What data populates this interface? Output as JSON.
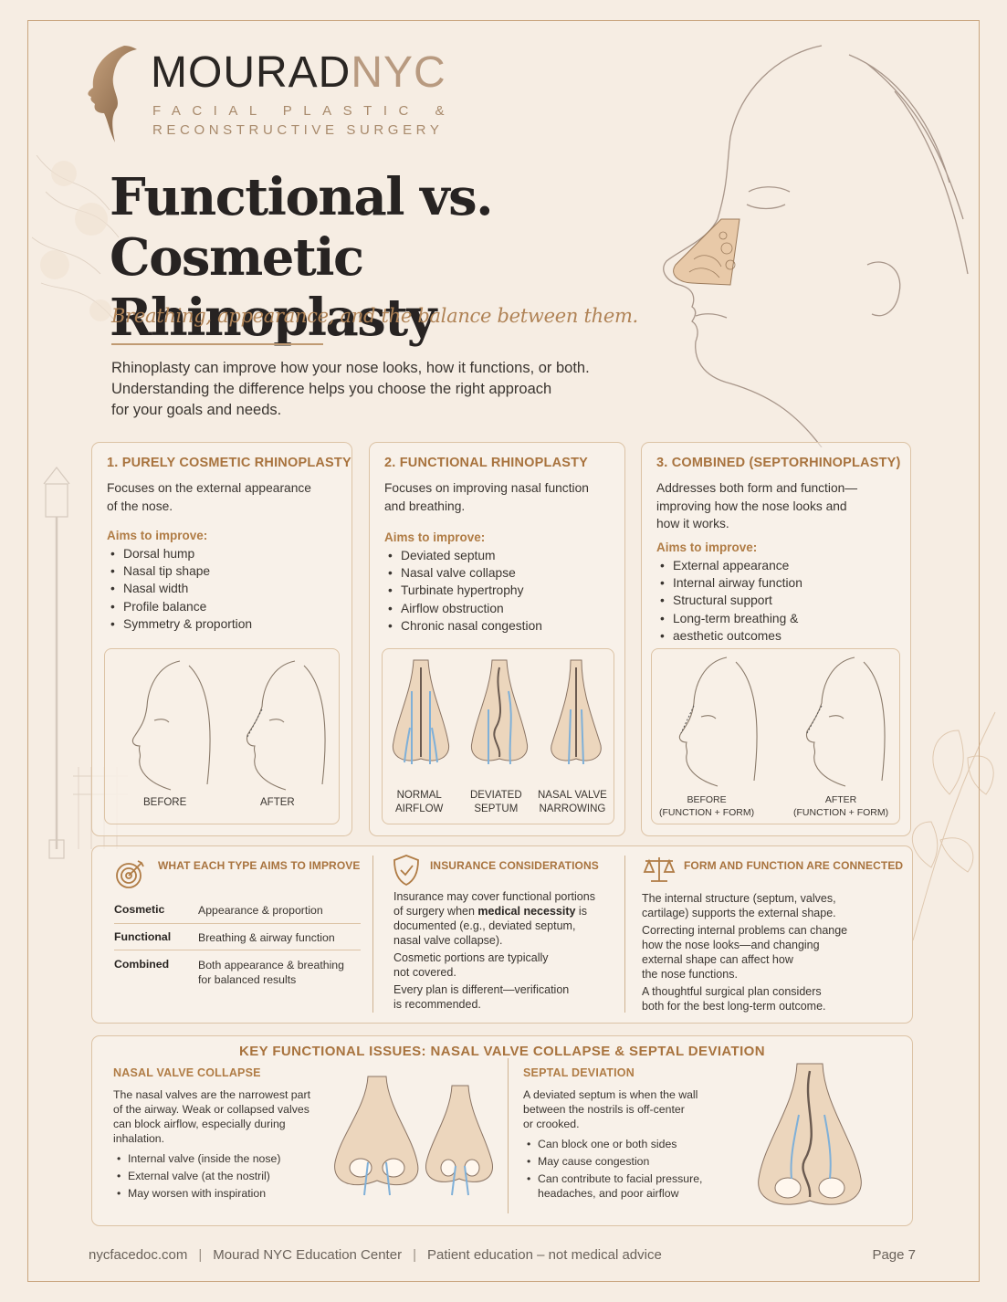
{
  "brand": {
    "name_main": "MOURAD",
    "name_accent": "NYC",
    "subline1": "FACIAL PLASTIC &",
    "subline2": "RECONSTRUCTIVE SURGERY"
  },
  "title_line1": "Functional vs.",
  "title_line2": "Cosmetic Rhinoplasty",
  "subtitle": "Breathing, appearance, and the balance between them.",
  "intro": [
    "Rhinoplasty can improve how your nose looks, how it functions, or both.",
    "Understanding the difference helps you choose the right approach",
    "for your goals and needs."
  ],
  "cards": [
    {
      "title": "1. PURELY COSMETIC RHINOPLASTY",
      "desc": [
        "Focuses on the external appearance",
        "of the nose."
      ],
      "aims_label": "Aims to improve:",
      "aims": [
        "Dorsal hump",
        "Nasal tip shape",
        "Nasal width",
        "Profile balance",
        "Symmetry & proportion"
      ],
      "captions": [
        "BEFORE",
        "AFTER"
      ]
    },
    {
      "title": "2. FUNCTIONAL RHINOPLASTY",
      "desc": [
        "Focuses on improving nasal function",
        "and breathing."
      ],
      "aims_label": "Aims to improve:",
      "aims": [
        "Deviated septum",
        "Nasal valve collapse",
        "Turbinate hypertrophy",
        "Airflow obstruction",
        "Chronic nasal congestion"
      ],
      "captions": [
        [
          "NORMAL",
          "AIRFLOW"
        ],
        [
          "DEVIATED",
          "SEPTUM"
        ],
        [
          "NASAL VALVE",
          "NARROWING"
        ]
      ]
    },
    {
      "title": "3. COMBINED (SEPTORHINOPLASTY)",
      "desc": [
        "Addresses both form and function—",
        "improving how the nose looks and",
        "how it works."
      ],
      "aims_label": "Aims to improve:",
      "aims": [
        "External appearance",
        "Internal airway function",
        "Structural support",
        "Long-term breathing &",
        "aesthetic outcomes"
      ],
      "captions": [
        [
          "BEFORE",
          "(FUNCTION + FORM)"
        ],
        [
          "AFTER",
          "(FUNCTION + FORM)"
        ]
      ]
    }
  ],
  "band": {
    "col1": {
      "title": "WHAT EACH TYPE AIMS TO IMPROVE",
      "rows": [
        {
          "type": "Cosmetic",
          "aim": [
            "Appearance & proportion"
          ]
        },
        {
          "type": "Functional",
          "aim": [
            "Breathing & airway function"
          ]
        },
        {
          "type": "Combined",
          "aim": [
            "Both appearance & breathing",
            "for balanced results"
          ]
        }
      ]
    },
    "col2": {
      "title": "INSURANCE CONSIDERATIONS",
      "p1_a": "Insurance may cover functional portions",
      "p1_b": "of surgery when ",
      "p1_bold": "medical necessity",
      "p1_c": " is",
      "p1_d": "documented (e.g., deviated septum,",
      "p1_e": "nasal valve collapse).",
      "p2": [
        "Cosmetic portions are typically",
        "not covered."
      ],
      "p3": [
        "Every plan is different—verification",
        "is recommended."
      ]
    },
    "col3": {
      "title": "FORM AND FUNCTION ARE CONNECTED",
      "p1": [
        "The internal structure (septum, valves,",
        "cartilage) supports the external shape."
      ],
      "p2": [
        "Correcting internal problems can change",
        "how the nose looks—and changing",
        "external shape can affect how",
        "the nose functions."
      ],
      "p3": [
        "A thoughtful surgical plan considers",
        "both for the best long-term outcome."
      ]
    }
  },
  "bottom": {
    "title": "KEY FUNCTIONAL ISSUES: NASAL VALVE COLLAPSE & SEPTAL DEVIATION",
    "valve": {
      "title": "NASAL VALVE COLLAPSE",
      "text": [
        "The nasal valves are the narrowest part",
        "of the airway. Weak or collapsed valves",
        "can block airflow, especially during",
        "inhalation."
      ],
      "items": [
        "Internal valve (inside the nose)",
        "External valve (at the nostril)",
        "May worsen with inspiration"
      ]
    },
    "septal": {
      "title": "SEPTAL DEVIATION",
      "text": [
        "A deviated septum is when the wall",
        "between the nostrils is off-center",
        "or crooked."
      ],
      "items": [
        [
          "Can block one or both sides"
        ],
        [
          "May cause congestion"
        ],
        [
          "Can contribute to facial pressure,",
          "headaches, and poor airflow"
        ]
      ]
    }
  },
  "footer": {
    "site": "nycfacedoc.com",
    "center": "Mourad NYC Education Center",
    "note": "Patient education – not medical advice",
    "sep": "|",
    "page": "Page 7"
  },
  "colors": {
    "background": "#f6ede3",
    "accent": "#a8733e",
    "border": "#dcc3a5",
    "airflow": "#7fb0d8"
  }
}
